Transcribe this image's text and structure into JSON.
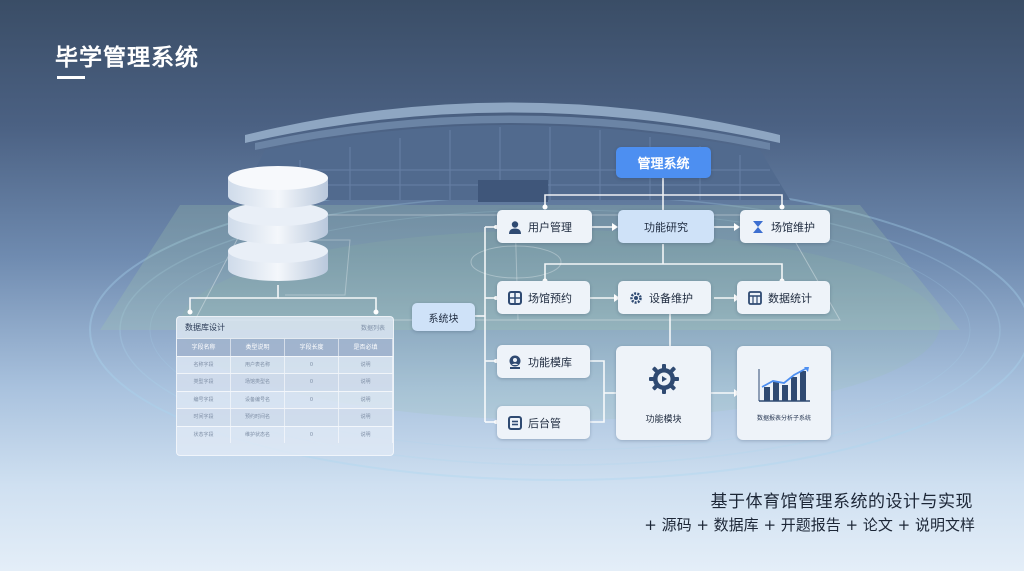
{
  "header": {
    "title": "毕学管理系统"
  },
  "table": {
    "title": "数据库设计",
    "link": "数据列表",
    "headers": [
      "字段名称",
      "类型说明",
      "字段长度",
      "是否必填"
    ],
    "rows": [
      [
        "名称字段",
        "用户表名称",
        "0",
        "说明"
      ],
      [
        "类型字段",
        "场馆类型名",
        "0",
        "说明"
      ],
      [
        "编号字段",
        "设备编号名",
        "0",
        "说明"
      ],
      [
        "时间字段",
        "预约时间名",
        "",
        "说明"
      ],
      [
        "状态字段",
        "维护状态名",
        "0",
        "说明"
      ]
    ]
  },
  "nodes": {
    "system": "管理系统",
    "modules": "系统块",
    "user_mgmt": "用户管理",
    "function_research": "功能研究",
    "venue_maintenance": "场馆维护",
    "venue_booking": "场馆预约",
    "equipment_maintenance": "设备维护",
    "data_statistics": "数据统计",
    "function_library": "功能模库",
    "backend": "后台管",
    "big_settings_label": "功能模块",
    "big_chart_label": "数据报表分析子系统"
  },
  "footer": {
    "title": "基于体育馆管理系统的设计与实现",
    "subtitle": "+ 源码 + 数据库 + 开题报告 + 论文 + 说明文样"
  },
  "colors": {
    "accent": "#4d8ff1",
    "icon": "#2f4a72",
    "node_bg": "#eef3f9",
    "line": "#ffffff"
  }
}
